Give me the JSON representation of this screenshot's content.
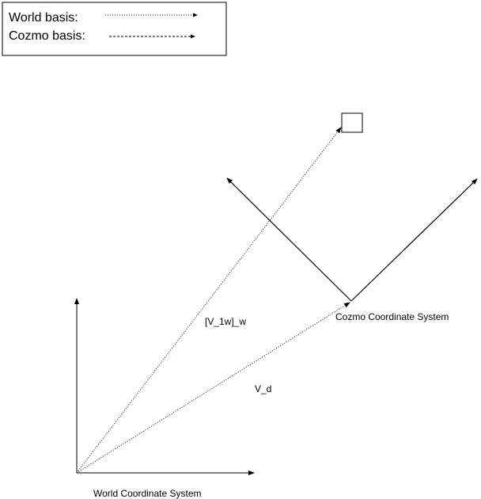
{
  "legend": {
    "items": [
      {
        "label": "World basis:",
        "line_style": "dotted"
      },
      {
        "label": "Cozmo basis:",
        "line_style": "dashed"
      }
    ]
  },
  "labels": {
    "world_system": "World Coordinate System",
    "cozmo_system": "Cozmo Coordinate System",
    "v1w": "[V_1w]_w",
    "vd": "V_d"
  },
  "colors": {
    "stroke": "#000000",
    "background": "#ffffff"
  }
}
